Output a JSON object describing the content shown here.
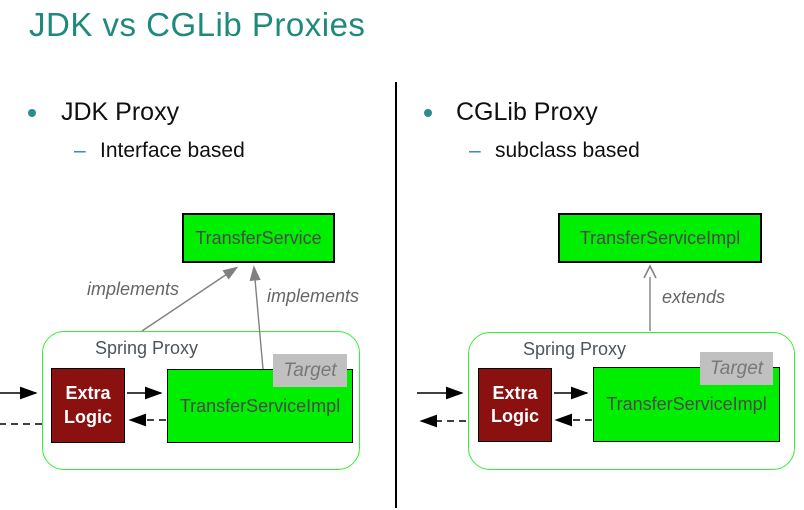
{
  "title": "JDK vs CGLib Proxies",
  "markers": {
    "dash": "–"
  },
  "panels": {
    "left": {
      "heading": "JDK Proxy",
      "subheading": "Interface based",
      "diagram": {
        "top_box": "TransferService",
        "relation_left": "implements",
        "relation_right": "implements",
        "container": "Spring Proxy",
        "extra_line1": "Extra",
        "extra_line2": "Logic",
        "target": "Target",
        "impl_box": "TransferServiceImpl"
      }
    },
    "right": {
      "heading": "CGLib Proxy",
      "subheading": "subclass based",
      "diagram": {
        "top_box": "TransferServiceImpl",
        "relation": "extends",
        "container": "Spring Proxy",
        "extra_line1": "Extra",
        "extra_line2": "Logic",
        "target": "Target",
        "impl_box": "TransferServiceImpl"
      }
    }
  },
  "colors": {
    "title_teal": "#1E8A7D",
    "accent_teal": "#2E8C8C",
    "box_green": "#00EE00",
    "container_border_green": "#33EE33",
    "extra_logic_red": "#8B1111",
    "target_gray": "#C0C0C0",
    "arrow_gray": "#808080",
    "arrow_black": "#000000",
    "box_text_gray": "#4A4A4A"
  }
}
